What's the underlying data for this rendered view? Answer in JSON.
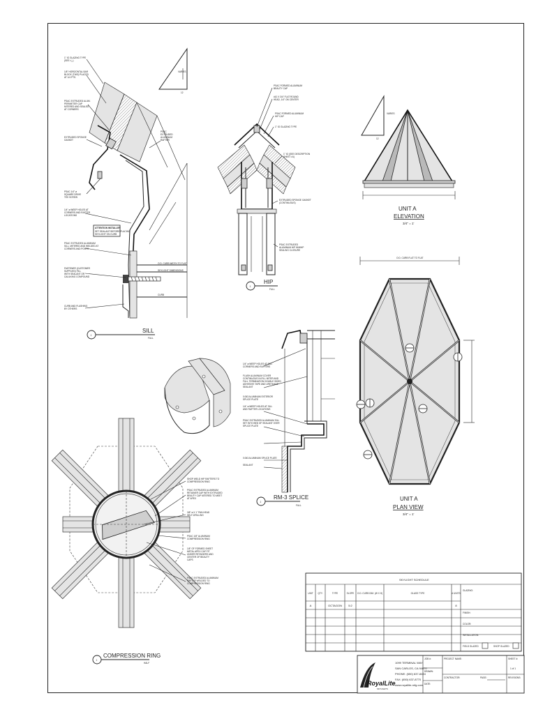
{
  "details": {
    "sill": {
      "title": "SILL",
      "scale": "FULL",
      "labels": [
        "1\" IG GLAZING TYPE",
        "(SEE ¹⁄₁₀)",
        "1/8\" HORIZONTAL BAR",
        "BLOCK (TWO) PLACED",
        "AT 1/4 PTS.",
        "PSAC EXTRUDED ALUM.",
        "PERIMETER CAP",
        "MITERED AND SEALED",
        "AT CORNERS",
        "EXTRUDED SPONGE",
        "GASKET",
        "PSAC",
        "EXTRUDED",
        "ALUMINUM",
        "RAFTER",
        "PSAC 1/4\" ø",
        "SQUARE DRIVE",
        "TEK SCREW",
        "1/4\" ø WEEP HOLES AT",
        "CORNERS AND RAFTER",
        "LOCATIONS",
        "PSAC EXTRUDED ALUMINUM",
        "SILL, MITERED AND WELDED AT",
        "CORNERS AND POSTS",
        "FASTENER (CUSTOMER",
        "SUPPLIED) FILL",
        "WITH SEALANT OR",
        "CAULKING COMPOUND",
        "CURB AND FLASHING",
        "BY OTHERS",
        "O.D. CURB WIDTH TO FLAT",
        "SKYLIGHT DIMENSIONS",
        "CURB"
      ]
    },
    "sill_callout": {
      "heading": "ATTENTION INSTALLER",
      "lines": [
        "SET SEALANT BEFORE PLACING",
        "SKYLIGHT ON CURB"
      ]
    },
    "hip": {
      "title": "HIP",
      "scale": "FULL",
      "labels": [
        "PSAC FORMED ALUMINUM",
        "BEAUTY CAP",
        "#10 X 3/4\" FLAT ROUND",
        "HEAD, 1/4\" ON CENTER",
        "PSAC FORMED ALUMINUM",
        "HIP CAP",
        "1\" IG GLAZING TYPE",
        "1\" IG (SEE DESCRIPTION",
        "SHEET #1)",
        "EXTRUDED SPONGE GASKET",
        "(CONTINUOUS)",
        "PSAC EXTRUDED",
        "ALUMINUM HIP W/WHP",
        "SEALING CLOSURE"
      ]
    },
    "rm3_splice": {
      "title": "RM-3 SPLICE",
      "scale": "FULL",
      "labels": [
        "1/4\" ø WEEP HOLES AT SILL",
        "CORNERS AND RAFTERS",
        "FLASH ALUMINUM COVER",
        "CONTINUOUS IN-FILL MITER AND",
        "FULL TERMINATION DOUBLE SIDED",
        "ADHESIVE TAPE AND URETHANE",
        "SEALANT",
        "0.063 ALUMINUM EXTERIOR",
        "SPLICE PLATE",
        "1/4\" ø WEEP HOLES AT SILL",
        "AND RAFTER LOCATIONS",
        "PSAC EXTRUDED ALUMINUM SILL",
        "SET INTO BED OF SEALANT OVER",
        "SPLICE PLATE",
        "0.063 ALUMINUM SPLICE PLATE",
        "SEALANT"
      ]
    },
    "compression_ring": {
      "title": "COMPRESSION RING",
      "scale": "HALF",
      "labels": [
        "SHOP WELD HIP RAFTERS TO",
        "COMPRESSION RING",
        "PSAC EXTRUDED ALUMINUM",
        "RETAINER CAP WITH EXTRUDED",
        "BEAUTY CAP MITERED TO MEET",
        "AT APEX",
        "3/8\" ø X 1\" PAN HEAD",
        "SELF-DRILLING",
        "PSAC 1/8\" ALUMINUM",
        "COMPRESSION RING",
        "1/8\" OF FORMED SHEET",
        "METAL APEX CAP FIT",
        "UNDER RETAINERS AND",
        "CENTER OF BEAUTY",
        "CAPS",
        "PSAC EXTRUDED ALUMINUM",
        "RAFTER WELDED TO",
        "COMPRESSION RING"
      ]
    },
    "unit_a_elevation": {
      "title": "UNIT A",
      "subtitle": "ELEVATION",
      "scale": "3/4\" = 1'",
      "pitch_rise": "VARIES",
      "pitch_run": "12"
    },
    "unit_a_plan": {
      "title": "UNIT A",
      "subtitle": "PLAN VIEW",
      "scale": "3/4\" = 1'",
      "dimension": "O.D. CURB FLAT TO FLAT"
    },
    "sill_pitch": {
      "rise": "VARIES",
      "run": "12"
    }
  },
  "schedule": {
    "title": "SKYLIGHT SCHEDULE",
    "columns": [
      "UNIT",
      "QTY.",
      "TYPE",
      "SLOPE",
      "O.D. CURB DIM. (W X H)",
      "GLASS TYPE",
      "# UNITS"
    ],
    "rows": [
      [
        "A",
        "",
        "OCTAGON",
        "5:2",
        "",
        "",
        "8"
      ],
      [
        "",
        "",
        "",
        "",
        "",
        "",
        ""
      ],
      [
        "",
        "",
        "",
        "",
        "",
        "",
        ""
      ],
      [
        "",
        "",
        "",
        "",
        "",
        "",
        ""
      ],
      [
        "",
        "",
        "",
        "",
        "",
        "",
        ""
      ],
      [
        "",
        "",
        "",
        "",
        "",
        "",
        ""
      ]
    ],
    "side_fields": [
      "GLAZING:",
      "FINISH:",
      "COLOR:",
      "INSTALLATION:"
    ],
    "checkbox_labels": [
      "FIELD GLAZED",
      "SHOP GLAZED"
    ]
  },
  "title_block": {
    "company": "RoyalLite",
    "company_sub": "SKYLIGHTS",
    "address": [
      "1099 TERMINAL WAY",
      "SAN CARLOS, CA 94070",
      "PHONE: (650) 637-8484",
      "FAX: (650) 637-8770",
      "www.royallite-mfg.com"
    ],
    "fields_left": [
      "JOB #:",
      "DRAWN:",
      "DATE:"
    ],
    "fields_mid": [
      "PROJECT NAME:",
      "CONTRACTOR:"
    ],
    "field_page": "PAGE:",
    "fields_right": [
      "SHEET #:",
      "REVISIONS:"
    ],
    "sheet_value": "1 of 1"
  },
  "circle_marker": "1"
}
